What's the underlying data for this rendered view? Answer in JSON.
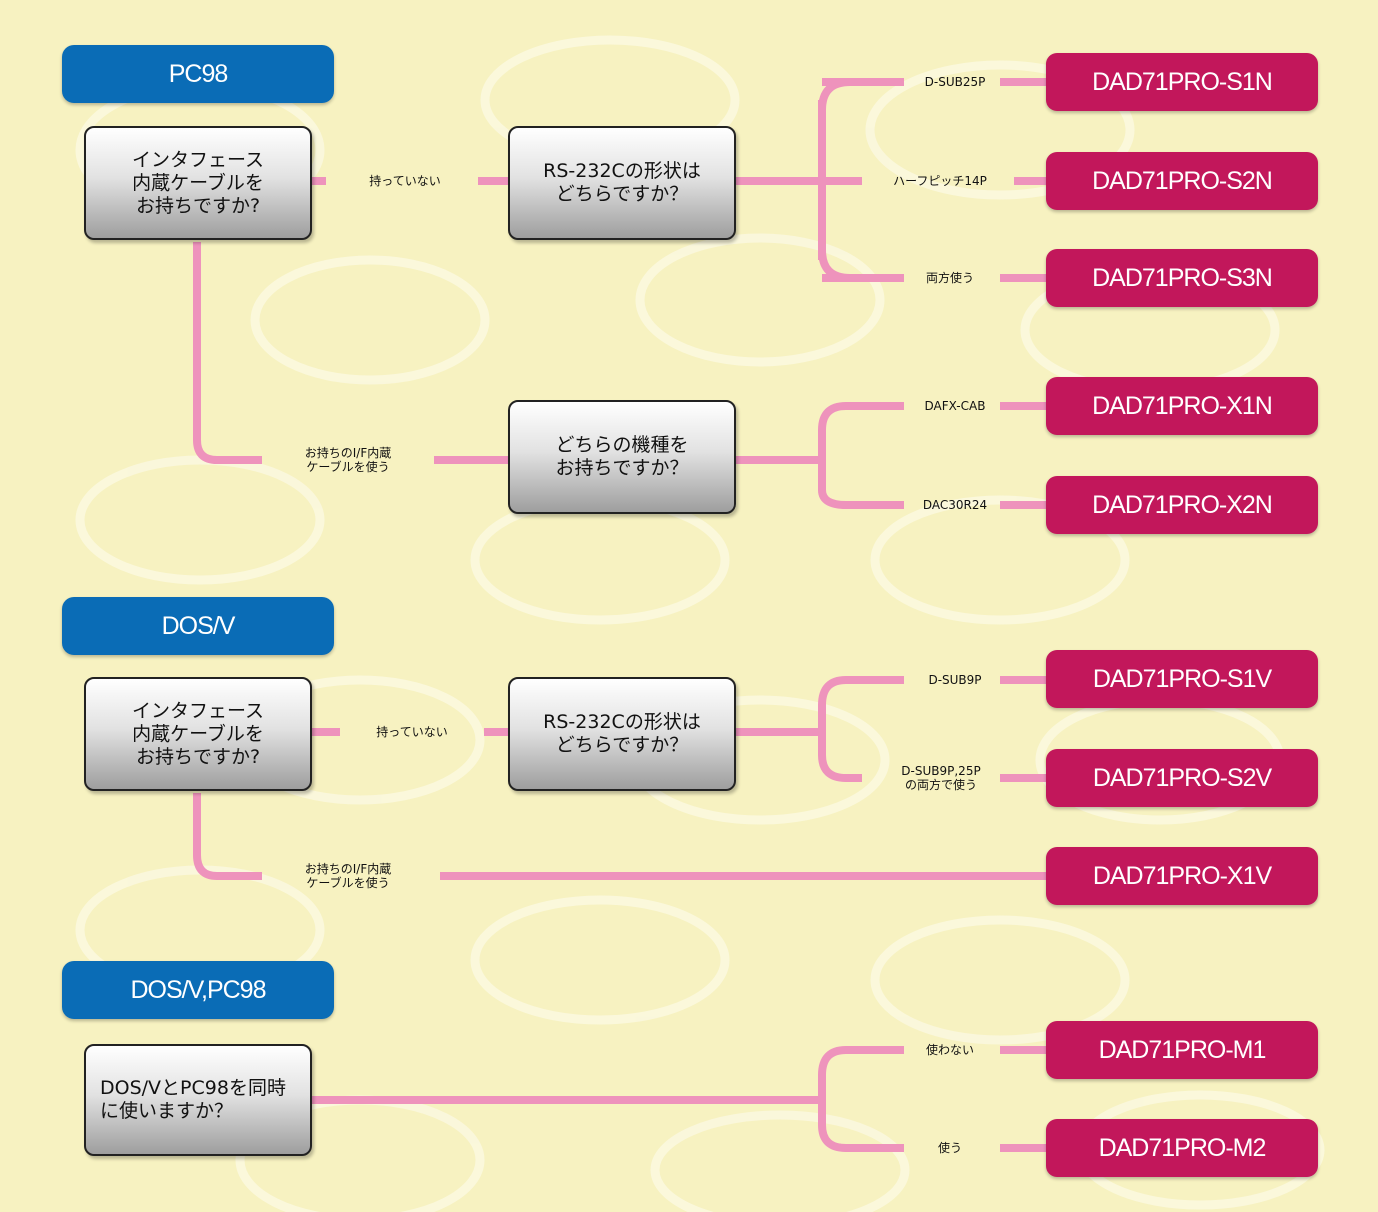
{
  "colors": {
    "header": "#0a6cb6",
    "product": "#c2175b",
    "line": "#ee93bc",
    "background": "#f7f2c1"
  },
  "sections": {
    "pc98": {
      "title": "PC98",
      "q_cable": "インタフェース\n内蔵ケーブルを\nお持ちですか?",
      "label_no": "持っていない",
      "q_shape": "RS-232Cの形状は\nどちらですか？",
      "shape_options": [
        "D-SUB25P",
        "ハーフピッチ14P",
        "両方使う"
      ],
      "shape_products": [
        "DAD71PRO-S1N",
        "DAD71PRO-S2N",
        "DAD71PRO-S3N"
      ],
      "label_use": "お持ちのI/F内蔵\nケーブルを使う",
      "q_model": "どちらの機種を\nお持ちですか？",
      "model_options": [
        "DAFX-CAB",
        "DAC30R24"
      ],
      "model_products": [
        "DAD71PRO-X1N",
        "DAD71PRO-X2N"
      ]
    },
    "dosv": {
      "title": "DOS/V",
      "q_cable": "インタフェース\n内蔵ケーブルを\nお持ちですか?",
      "label_no": "持っていない",
      "q_shape": "RS-232Cの形状は\nどちらですか？",
      "shape_options": [
        "D-SUB9P",
        "D-SUB9P,25P\nの両方で使う"
      ],
      "shape_products": [
        "DAD71PRO-S1V",
        "DAD71PRO-S2V"
      ],
      "label_use": "お持ちのI/F内蔵\nケーブルを使う",
      "use_product": "DAD71PRO-X1V"
    },
    "both": {
      "title": "DOS/V,PC98",
      "q_simul": "DOS/VとPC98を同時\nに使いますか？",
      "options": [
        "使わない",
        "使う"
      ],
      "products": [
        "DAD71PRO-M1",
        "DAD71PRO-M2"
      ]
    }
  }
}
